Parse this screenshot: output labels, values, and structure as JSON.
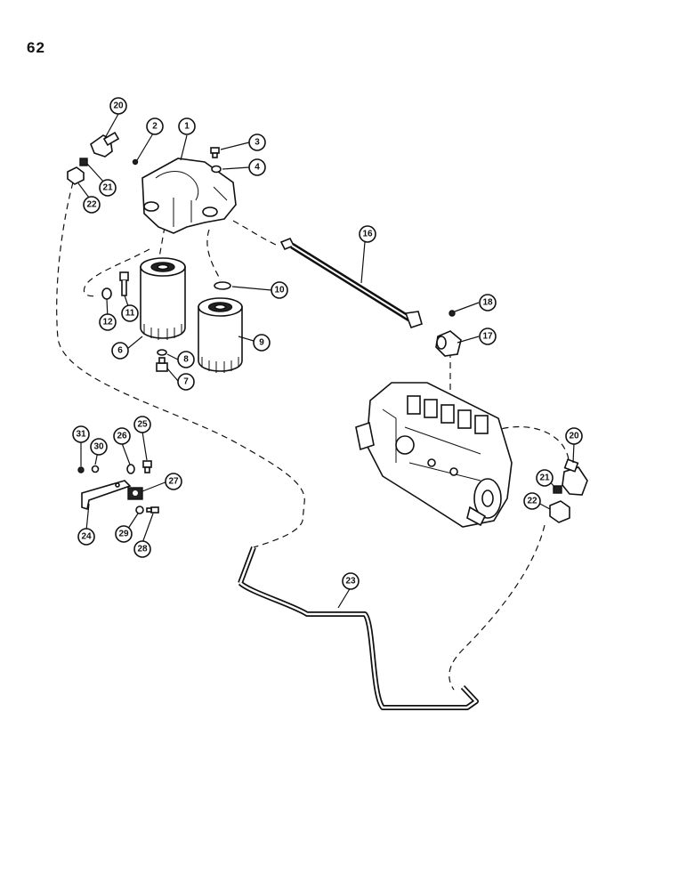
{
  "page_number": "62",
  "callouts": [
    {
      "id": "c1",
      "label": "1"
    },
    {
      "id": "c2",
      "label": "2"
    },
    {
      "id": "c3",
      "label": "3"
    },
    {
      "id": "c4",
      "label": "4"
    },
    {
      "id": "c6",
      "label": "6"
    },
    {
      "id": "c7",
      "label": "7"
    },
    {
      "id": "c8",
      "label": "8"
    },
    {
      "id": "c9",
      "label": "9"
    },
    {
      "id": "c10",
      "label": "10"
    },
    {
      "id": "c11",
      "label": "11"
    },
    {
      "id": "c12",
      "label": "12"
    },
    {
      "id": "c16",
      "label": "16"
    },
    {
      "id": "c17",
      "label": "17"
    },
    {
      "id": "c18",
      "label": "18"
    },
    {
      "id": "c20a",
      "label": "20"
    },
    {
      "id": "c21a",
      "label": "21"
    },
    {
      "id": "c22a",
      "label": "22"
    },
    {
      "id": "c20b",
      "label": "20"
    },
    {
      "id": "c21b",
      "label": "21"
    },
    {
      "id": "c22b",
      "label": "22"
    },
    {
      "id": "c23",
      "label": "23"
    },
    {
      "id": "c24",
      "label": "24"
    },
    {
      "id": "c25",
      "label": "25"
    },
    {
      "id": "c26",
      "label": "26"
    },
    {
      "id": "c27",
      "label": "27"
    },
    {
      "id": "c28",
      "label": "28"
    },
    {
      "id": "c29",
      "label": "29"
    },
    {
      "id": "c30",
      "label": "30"
    },
    {
      "id": "c31",
      "label": "31"
    }
  ]
}
